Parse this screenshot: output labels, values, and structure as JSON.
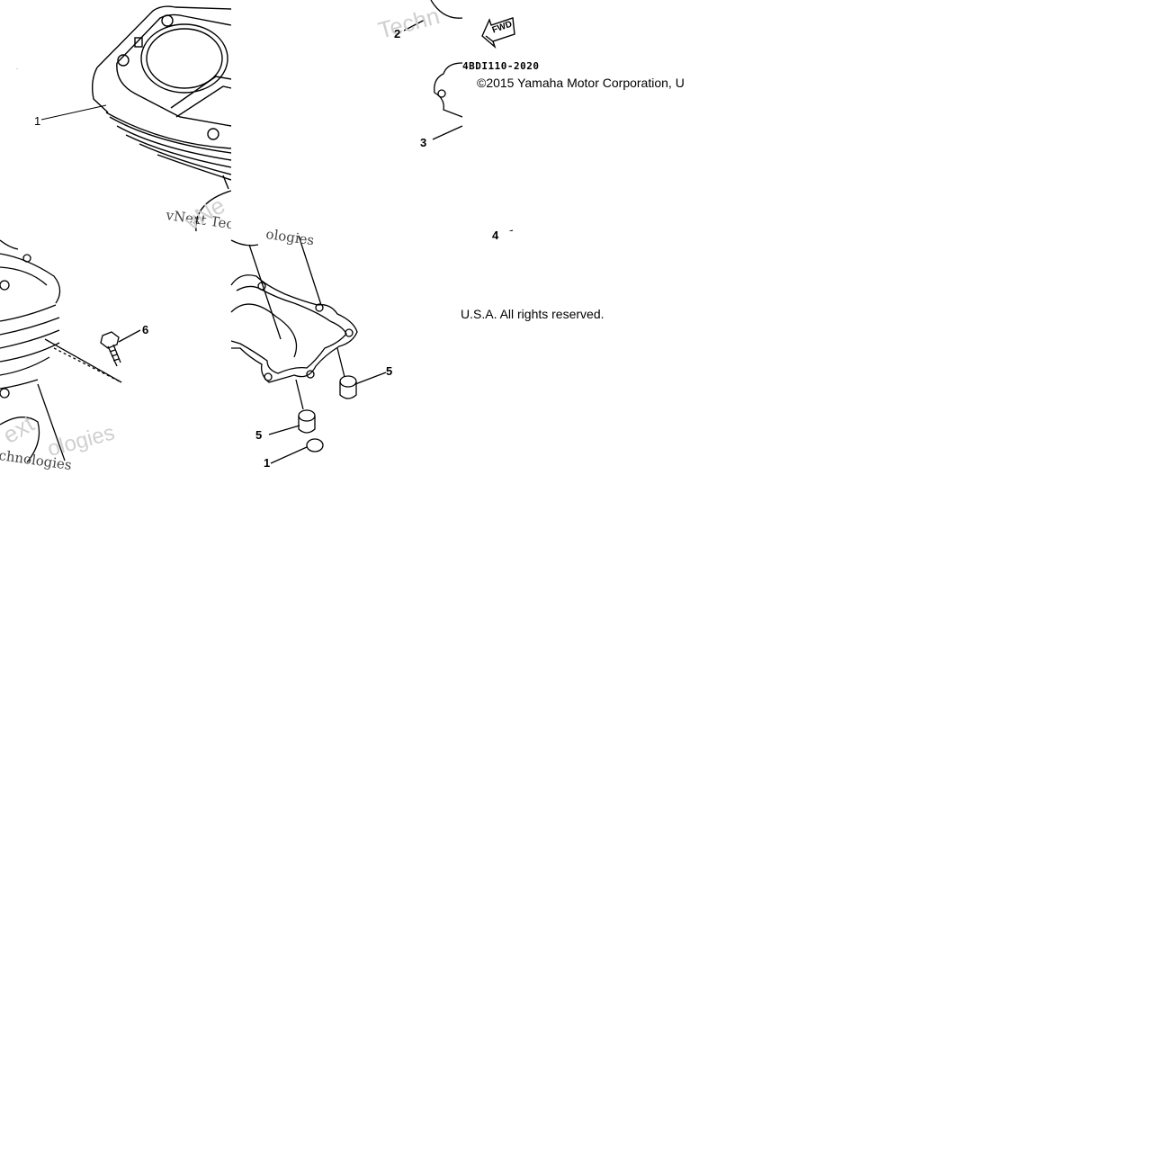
{
  "diagram": {
    "part_number": "4BDI110-2020",
    "copyright_line1": "©2015 Yamaha Motor Corporation, U",
    "copyright_line2": "U.S.A. All rights reserved.",
    "fwd_label": "FWD",
    "callouts": {
      "c1a": "1",
      "c1b": "1",
      "c2": "2",
      "c3": "3",
      "c4": "4",
      "c5a": "5",
      "c5b": "5",
      "c6": "6"
    },
    "watermarks": {
      "w1": "Techn",
      "w2": "vNext Tec",
      "w3": "vNe",
      "w4": "ologies",
      "w5": "ext",
      "w6": "chnologies",
      "w7": "ologies"
    }
  }
}
